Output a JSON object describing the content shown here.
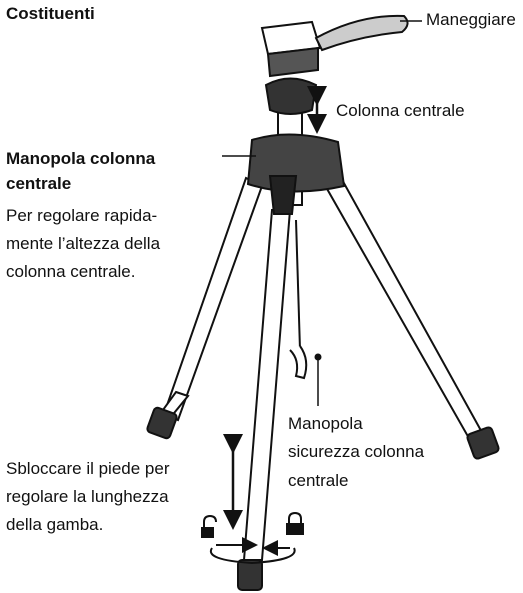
{
  "title": "Costituenti",
  "labels": {
    "handle": "Maneggiare",
    "center_column": "Colonna centrale",
    "knob_title_1": "Manopola colonna",
    "knob_title_2": "centrale",
    "knob_desc_1": "Per regolare rapida-",
    "knob_desc_2": "mente l’altezza della",
    "knob_desc_3": "colonna centrale.",
    "safety_1": "Manopola",
    "safety_2": "sicurezza colonna",
    "safety_3": "centrale",
    "unlock_1": "Sbloccare il piede per",
    "unlock_2": "regolare la lunghezza",
    "unlock_3": "della gamba."
  },
  "icons": [
    "lock-icon",
    "unlock-icon",
    "rotate-arrow-icon",
    "vertical-double-arrow-icon"
  ]
}
